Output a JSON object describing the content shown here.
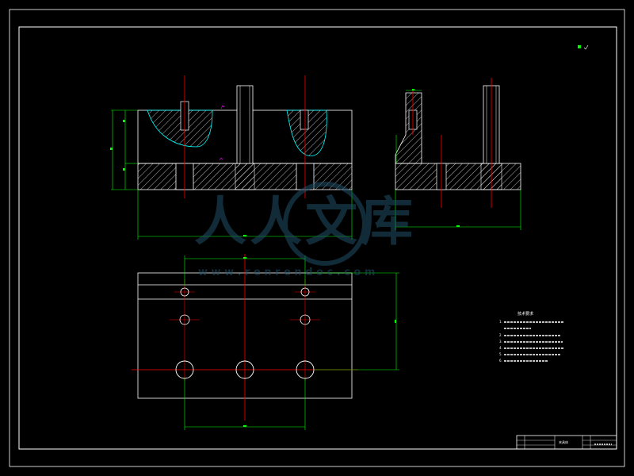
{
  "watermark": {
    "title": "人人文库",
    "url": "w w w . r e n r e n d o c . c o m"
  },
  "technical_notes": {
    "title": "技术要求",
    "items": [
      "1.",
      "2.",
      "3.",
      "4.",
      "5.",
      "6."
    ]
  },
  "title_block": {
    "name": "夹具体"
  },
  "colors": {
    "background": "#000000",
    "outline": "#ffffff",
    "centerline": "#ff0000",
    "dimension": "#00ff00",
    "border": "#ffffff",
    "hatch": "#ffffff",
    "contour": "#00ffff",
    "watermark": "#1f4f66"
  }
}
